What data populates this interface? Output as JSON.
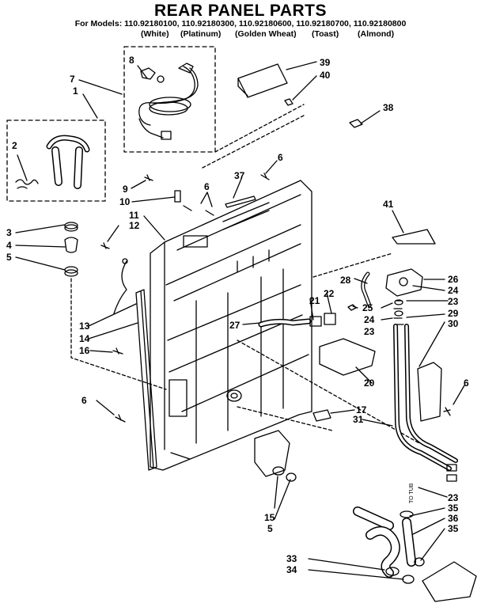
{
  "header": {
    "title": "REAR PANEL PARTS",
    "models_line": "For Models: 110.92180100, 110.92180300, 110.92180600, 110.92180700, 110.92180800",
    "colors": [
      "(White)",
      "(Platinum)",
      "(Golden Wheat)",
      "(Toast)",
      "(Almond)"
    ]
  },
  "callouts": {
    "c1": "1",
    "c2": "2",
    "c3": "3",
    "c4": "4",
    "c5": "5",
    "c5b": "5",
    "c6a": "6",
    "c6b": "6",
    "c6c": "6",
    "c6d": "6",
    "c7": "7",
    "c8": "8",
    "c9": "9",
    "c10": "10",
    "c11": "11",
    "c12": "12",
    "c13": "13",
    "c14": "14",
    "c15": "15",
    "c16": "16",
    "c17": "17",
    "c20": "20",
    "c21": "21",
    "c22": "22",
    "c23a": "23",
    "c23b": "23",
    "c23c": "23",
    "c24a": "24",
    "c24b": "24",
    "c25": "25",
    "c26": "26",
    "c27": "27",
    "c28": "28",
    "c29": "29",
    "c30": "30",
    "c31": "31",
    "c33": "33",
    "c34": "34",
    "c35a": "35",
    "c35b": "35",
    "c36": "36",
    "c37": "37",
    "c38": "38",
    "c39": "39",
    "c40": "40",
    "c41": "41"
  },
  "small_text": {
    "hose_mark": "TO TUB"
  }
}
